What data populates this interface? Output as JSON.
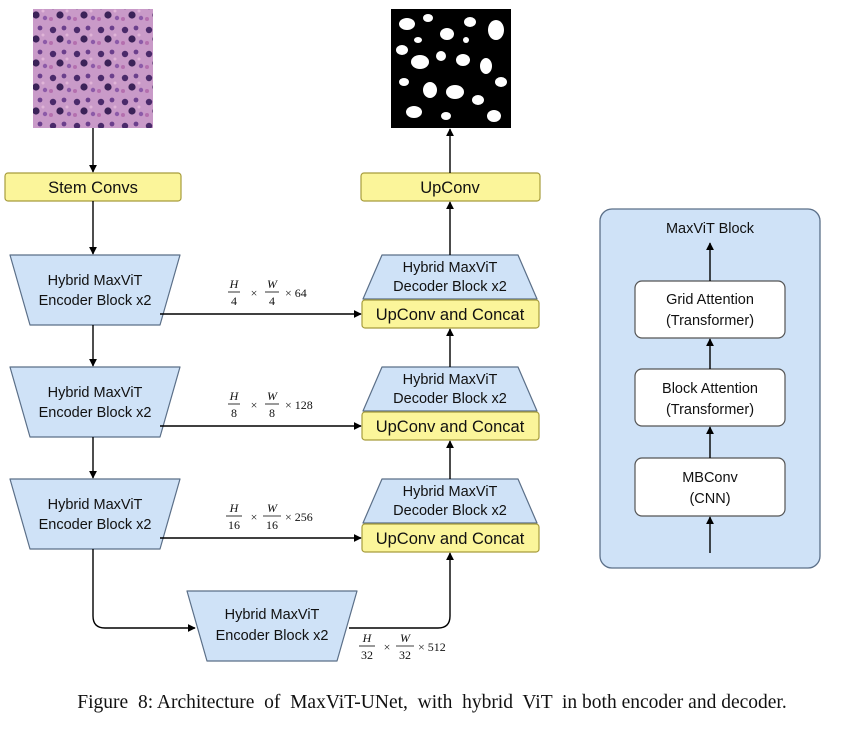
{
  "colors": {
    "block_fill": "#cfe2f7",
    "block_stroke": "#5b6f88",
    "yellow_fill": "#fbf59a",
    "yellow_stroke": "#a79c3c",
    "panel_fill": "#cfe2f7",
    "image_bg": "#000000"
  },
  "stem": "Stem Convs",
  "upconv_top": "UpConv",
  "encoders": [
    {
      "line1": "Hybrid MaxViT",
      "line2": "Encoder Block x2"
    },
    {
      "line1": "Hybrid MaxViT",
      "line2": "Encoder Block x2"
    },
    {
      "line1": "Hybrid MaxViT",
      "line2": "Encoder Block x2"
    }
  ],
  "bottleneck": {
    "line1": "Hybrid MaxViT",
    "line2": "Encoder Block x2"
  },
  "decoders": [
    {
      "line1": "Hybrid MaxViT",
      "line2": "Decoder Block x2",
      "concat": "UpConv and Concat"
    },
    {
      "line1": "Hybrid MaxViT",
      "line2": "Decoder Block x2",
      "concat": "UpConv and Concat"
    },
    {
      "line1": "Hybrid MaxViT",
      "line2": "Decoder Block x2",
      "concat": "UpConv and Concat"
    }
  ],
  "dims": [
    {
      "h": "H",
      "hd": "4",
      "w": "W",
      "wd": "4",
      "c": "× 64"
    },
    {
      "h": "H",
      "hd": "8",
      "w": "W",
      "wd": "8",
      "c": "× 128"
    },
    {
      "h": "H",
      "hd": "16",
      "w": "W",
      "wd": "16",
      "c": "× 256"
    },
    {
      "h": "H",
      "hd": "32",
      "w": "W",
      "wd": "32",
      "c": "× 512"
    }
  ],
  "times": "×",
  "panel": {
    "title": "MaxViT Block",
    "grid": {
      "line1": "Grid Attention",
      "line2": "(Transformer)"
    },
    "block": {
      "line1": "Block Attention",
      "line2": "(Transformer)"
    },
    "mbconv": {
      "line1": "MBConv",
      "line2": "(CNN)"
    }
  },
  "caption": "Figure  8: Architecture  of  MaxViT-UNet,  with  hybrid  ViT  in both encoder and decoder."
}
